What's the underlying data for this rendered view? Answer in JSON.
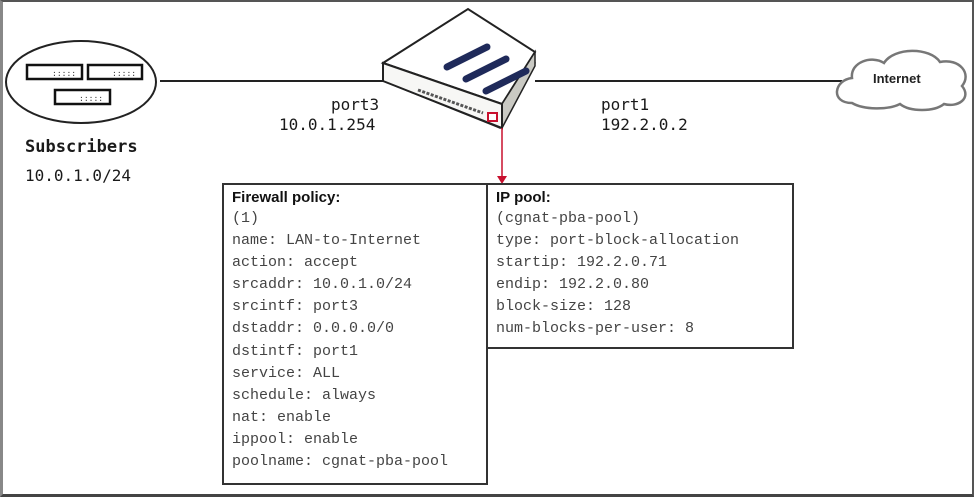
{
  "subscribers": {
    "title": "Subscribers",
    "subnet": "10.0.1.0/24"
  },
  "firewall_device": {
    "port3": {
      "name": "port3",
      "ip": "10.0.1.254"
    },
    "port1": {
      "name": "port1",
      "ip": "192.2.0.2"
    }
  },
  "internet": {
    "label": "Internet"
  },
  "firewall_policy": {
    "title": "Firewall policy:",
    "lines": [
      "(1)",
      "name: LAN-to-Internet",
      "action: accept",
      "srcaddr: 10.0.1.0/24",
      "srcintf: port3",
      "dstaddr: 0.0.0.0/0",
      "dstintf: port1",
      "service: ALL",
      "schedule: always",
      "nat: enable",
      "ippool: enable",
      "poolname: cgnat-pba-pool"
    ]
  },
  "ip_pool": {
    "title": "IP pool:",
    "lines": [
      "(cgnat-pba-pool)",
      "type: port-block-allocation",
      "startip: 192.2.0.71",
      "endip: 192.2.0.80",
      "block-size: 128",
      "num-blocks-per-user: 8"
    ]
  },
  "colors": {
    "line": "#222222",
    "arrow": "#c8102e",
    "device_stripe": "#1f2a5a",
    "device_side": "#c9c9c3"
  }
}
